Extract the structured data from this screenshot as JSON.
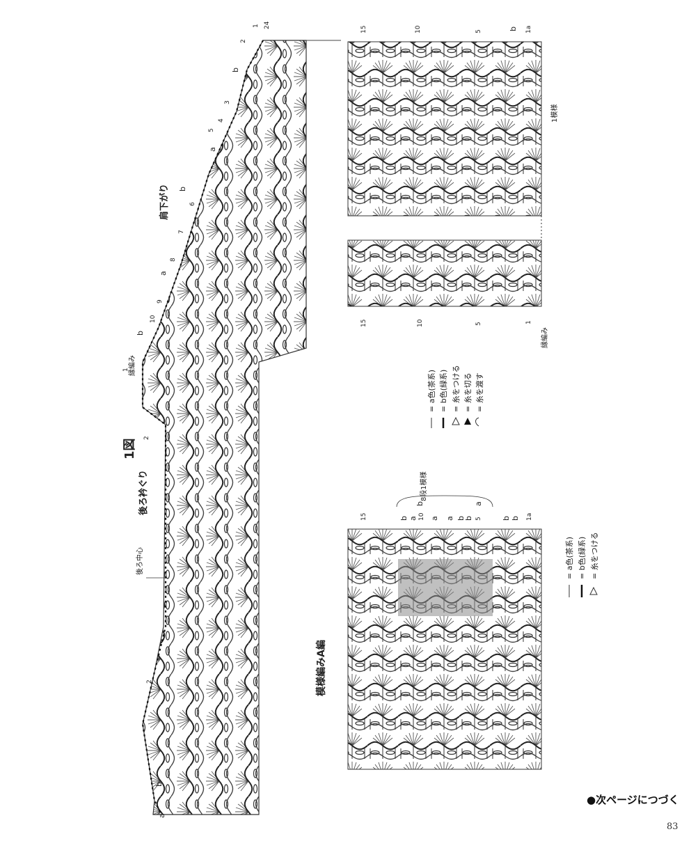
{
  "figure1": {
    "title": "1図",
    "label_neckline": "後ろ衿ぐり",
    "label_shoulder": "肩下がり",
    "label_back_center": "後ろ中心",
    "label_edge": "縁編み",
    "row_labels": [
      "1",
      "24",
      "2",
      "b",
      "3",
      "4",
      "5",
      "a",
      "b",
      "6",
      "7",
      "8",
      "a",
      "9",
      "10",
      "b",
      "1",
      "2",
      "2",
      "b",
      "a"
    ]
  },
  "chartA": {
    "title": "模様編みA編",
    "legend": [
      "= a色(茶系)",
      "= b色(緑系)",
      "= 糸をつける"
    ],
    "top_labels": [
      "15",
      "b",
      "a",
      "10",
      "b",
      "a",
      "a",
      "b",
      "b",
      "5",
      "a",
      "b",
      "b",
      "1a"
    ],
    "repeat_label": "8段1模様"
  },
  "chartRight": {
    "top_labels": [
      "15",
      "10",
      "5",
      "b",
      "1a"
    ],
    "bottom_labels": [
      "15",
      "10",
      "5",
      "1"
    ],
    "side_label_repeat": "1模様",
    "side_label_edge": "縁編み",
    "legend": [
      "= a色(茶系)",
      "= b色(緑系)",
      "= 糸をつける",
      "= 糸を切る",
      "= 糸を渡す"
    ]
  },
  "footer": {
    "continue": "●次ページにつづく",
    "page": "83"
  }
}
